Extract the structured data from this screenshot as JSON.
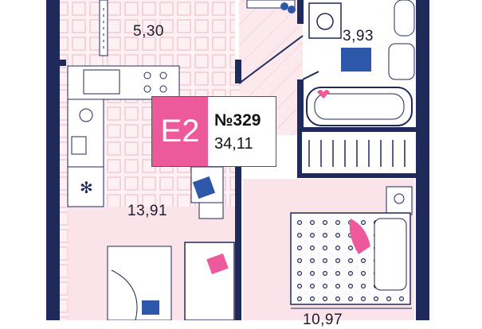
{
  "apartment": {
    "type_code": "E2",
    "number": "№329",
    "total_area": "34,11"
  },
  "rooms": [
    {
      "name": "hall",
      "area": "5,30"
    },
    {
      "name": "bathroom",
      "area": "3,93"
    },
    {
      "name": "kitchen-living",
      "area": "13,91"
    },
    {
      "name": "bedroom",
      "area": "10,97"
    }
  ],
  "colors": {
    "wall": "#1f2a5a",
    "accent": "#ec5a9c",
    "floor": "#fbe9ee",
    "tile": "#f3c7d2"
  }
}
